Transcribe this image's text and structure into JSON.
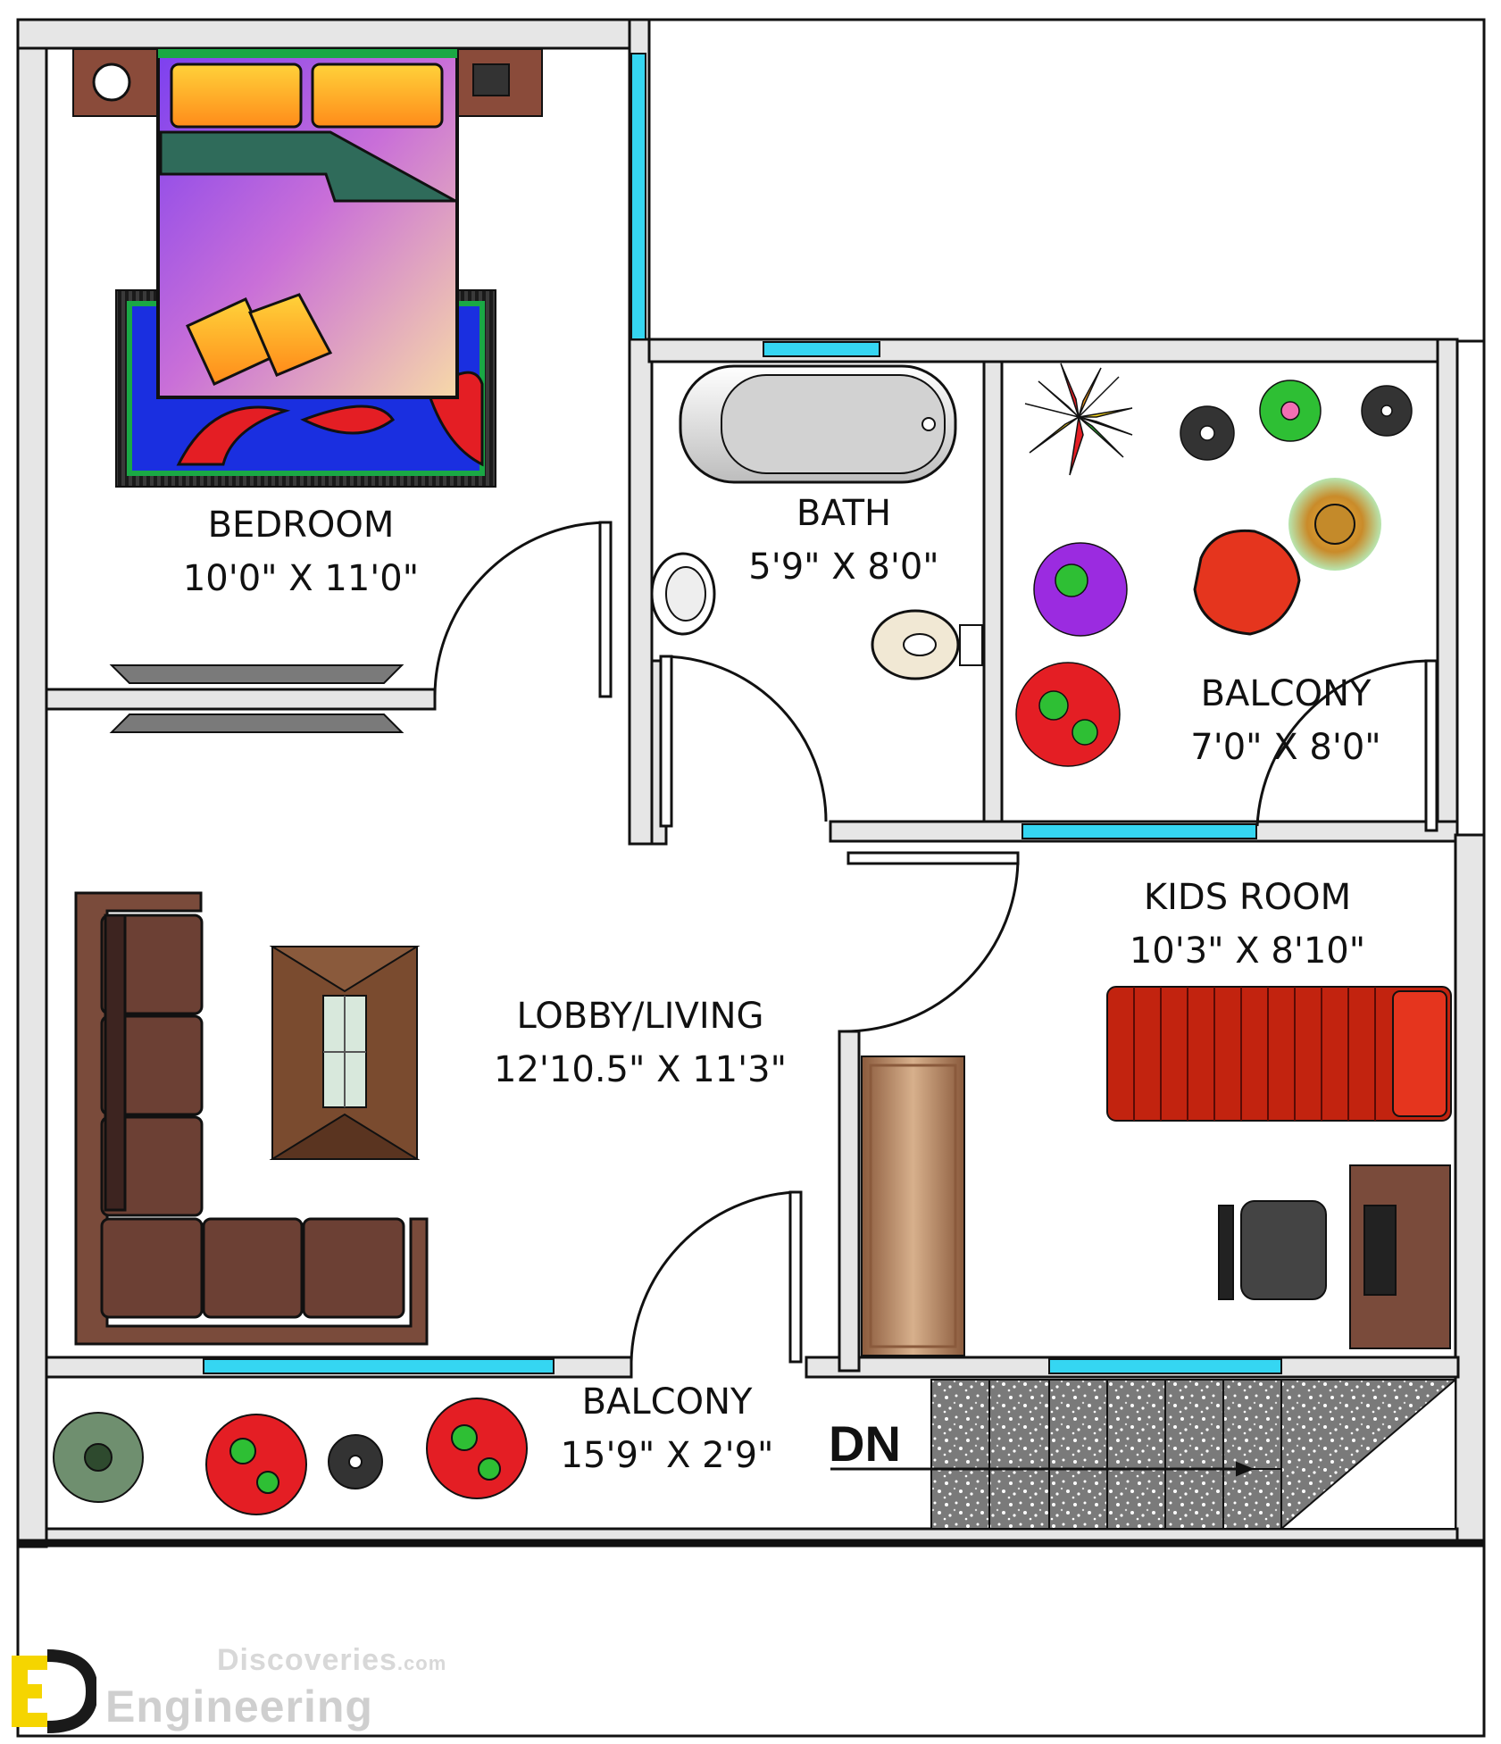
{
  "rooms": {
    "bedroom": {
      "name": "BEDROOM",
      "size": "10'0\" X 11'0\""
    },
    "bath": {
      "name": "BATH",
      "size": "5'9\" X 8'0\""
    },
    "balcony_top": {
      "name": "BALCONY",
      "size": "7'0\" X 8'0\""
    },
    "kids_room": {
      "name": "KIDS ROOM",
      "size": "10'3\" X 8'10\""
    },
    "lobby": {
      "name": "LOBBY/LIVING",
      "size": "12'10.5\" X 11'3\""
    },
    "balcony_bottom": {
      "name": "BALCONY",
      "size": "15'9\" X 2'9\""
    }
  },
  "stairs": {
    "label": "DN"
  },
  "watermark": {
    "top": "Discoveries",
    "top_suffix": ".com",
    "bottom": "Engineering"
  },
  "colors": {
    "wall": "#e6e6e6",
    "outline": "#111111",
    "window": "#35d6f2"
  }
}
